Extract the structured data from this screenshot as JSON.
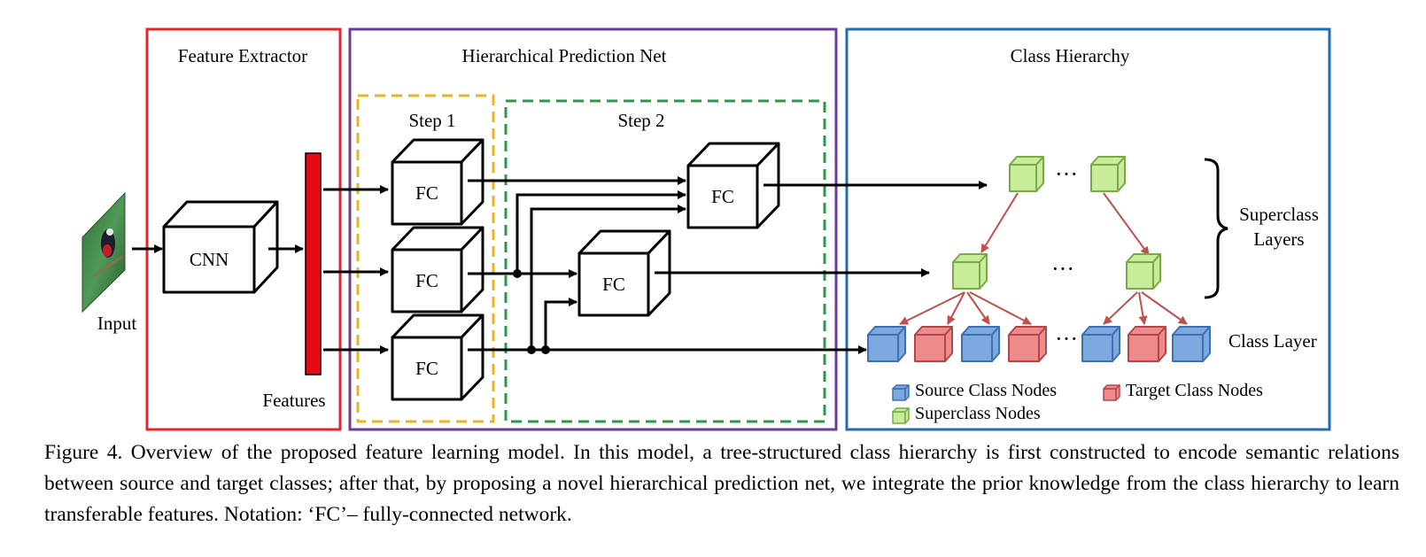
{
  "panels": {
    "feature_extractor": "Feature Extractor",
    "prediction_net": "Hierarchical Prediction Net",
    "class_hierarchy": "Class Hierarchy"
  },
  "steps": {
    "step1": "Step 1",
    "step2": "Step 2"
  },
  "labels": {
    "input": "Input",
    "cnn": "CNN",
    "features": "Features",
    "fc": "FC",
    "superclass_layers_1": "Superclass",
    "superclass_layers_2": "Layers",
    "class_layer": "Class Layer",
    "ellipsis": "···"
  },
  "legend": {
    "source": "Source Class Nodes",
    "target": "Target Class Nodes",
    "superclass": "Superclass Nodes"
  },
  "colors": {
    "feature_extractor_border": "#e8242b",
    "prediction_net_border": "#6c3c98",
    "class_hierarchy_border": "#1f6db5",
    "step1_dash": "#e8b41f",
    "step2_dash": "#2a9a4a",
    "feature_bar": "#e30b17",
    "superclass_node": "#c9ec9a",
    "source_node": "#7aa9e0",
    "target_node": "#ef8a8a",
    "hierarchy_edge": "#c0504d"
  },
  "caption": "Figure 4. Overview of the proposed feature learning model. In this model, a tree-structured class hierarchy is first constructed to encode semantic relations between source and target classes; after that, by proposing a novel hierarchical prediction net, we integrate the prior knowledge from the class hierarchy to learn transferable features. Notation: ‘FC’– fully-connected network."
}
